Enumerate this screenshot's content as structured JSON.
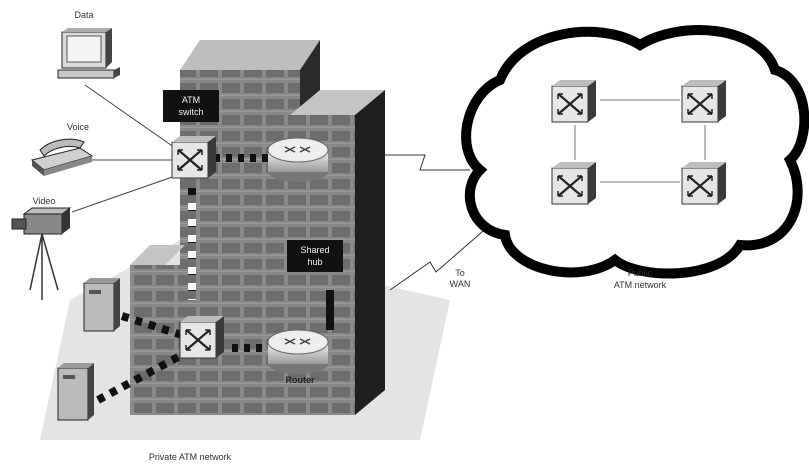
{
  "labels": {
    "data": "Data",
    "voice": "Voice",
    "video": "Video",
    "atm_switch_line1": "ATM",
    "atm_switch_line2": "switch",
    "shared_hub_line1": "Shared",
    "shared_hub_line2": "hub",
    "router": "Router",
    "to_wan_line1": "To",
    "to_wan_line2": "WAN",
    "public_atm_line1": "Public",
    "public_atm_line2": "ATM network",
    "private_atm": "Private ATM network"
  },
  "colors": {
    "background": "#ffffff",
    "floor": "#e4e4e4",
    "building_dark": "#2a2a2a",
    "building_mid": "#7a7a7a",
    "building_light": "#bdbdbd",
    "cloud_outline": "#000000",
    "cloud_fill": "#ffffff",
    "label_text": "#333333"
  },
  "icons": [
    "computer-icon",
    "phone-icon",
    "video-camera-icon",
    "atm-switch-icon",
    "router-icon",
    "server-icon",
    "cloud-icon"
  ]
}
